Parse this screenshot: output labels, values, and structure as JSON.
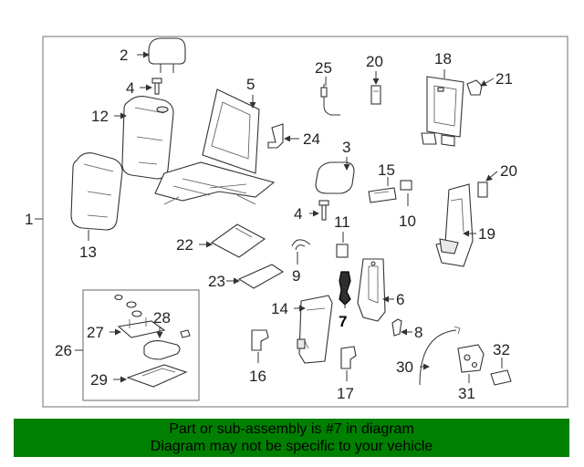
{
  "callouts": {
    "c1": "1",
    "c2": "2",
    "c3": "3",
    "c4a": "4",
    "c4b": "4",
    "c5": "5",
    "c6": "6",
    "c7": "7",
    "c8": "8",
    "c9": "9",
    "c10": "10",
    "c11": "11",
    "c12": "12",
    "c13": "13",
    "c14": "14",
    "c15": "15",
    "c16": "16",
    "c17": "17",
    "c18": "18",
    "c19": "19",
    "c20a": "20",
    "c20b": "20",
    "c21": "21",
    "c22": "22",
    "c23": "23",
    "c24": "24",
    "c25": "25",
    "c26": "26",
    "c27": "27",
    "c28": "28",
    "c29": "29",
    "c30": "30",
    "c31": "31",
    "c32": "32"
  },
  "highlighted_part": "7",
  "caption": {
    "line1": "Part or sub-assembly is #7 in diagram",
    "line2": "Diagram may not be specific to your vehicle"
  },
  "colors": {
    "caption_bg": "#008000",
    "frame": "#888888",
    "highlight": "#2e2e2e"
  }
}
